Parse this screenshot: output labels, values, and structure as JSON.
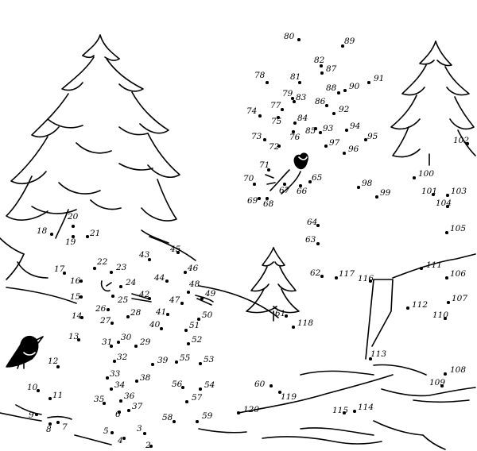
{
  "page": {
    "background": "#ffffff",
    "ink": "#000000"
  },
  "icons": [
    "large-pine-tree-icon",
    "right-pine-tree-icon",
    "small-pine-tree-icon",
    "bird-icon",
    "rabbit-head-icon"
  ],
  "labels": [
    "2",
    "3",
    "4",
    "5",
    "6",
    "7",
    "8",
    "9",
    "10",
    "11",
    "12",
    "13",
    "14",
    "15",
    "16",
    "17",
    "18",
    "19",
    "20",
    "21",
    "22",
    "23",
    "24",
    "25",
    "26",
    "27",
    "28",
    "29",
    "30",
    "31",
    "32",
    "33",
    "34",
    "35",
    "36",
    "37",
    "38",
    "39",
    "40",
    "41",
    "42",
    "43",
    "44",
    "45",
    "46",
    "47",
    "48",
    "49",
    "50",
    "51",
    "52",
    "53",
    "54",
    "55",
    "56",
    "57",
    "58",
    "59",
    "60",
    "61",
    "62",
    "63",
    "64",
    "65",
    "66",
    "67",
    "68",
    "69",
    "70",
    "71",
    "72",
    "73",
    "74",
    "75",
    "76",
    "77",
    "78",
    "79",
    "80",
    "81",
    "82",
    "83",
    "84",
    "85",
    "86",
    "87",
    "88",
    "89",
    "90",
    "91",
    "92",
    "93",
    "94",
    "95",
    "96",
    "97",
    "98",
    "99",
    "100",
    "101",
    "102",
    "103",
    "104",
    "105",
    "106",
    "107",
    "108",
    "109",
    "110",
    "111",
    "112",
    "113",
    "114",
    "115",
    "116",
    "117",
    "118",
    "119",
    "120"
  ]
}
